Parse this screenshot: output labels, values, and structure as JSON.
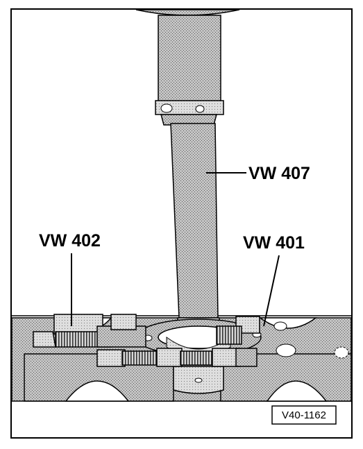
{
  "labels": {
    "vw407": "VW 407",
    "vw402": "VW 402",
    "vw401": "VW 401"
  },
  "figure_code": "V40-1162",
  "colors": {
    "ink": "#000000",
    "paper": "#ffffff",
    "stipple": "#9a9a9a"
  }
}
